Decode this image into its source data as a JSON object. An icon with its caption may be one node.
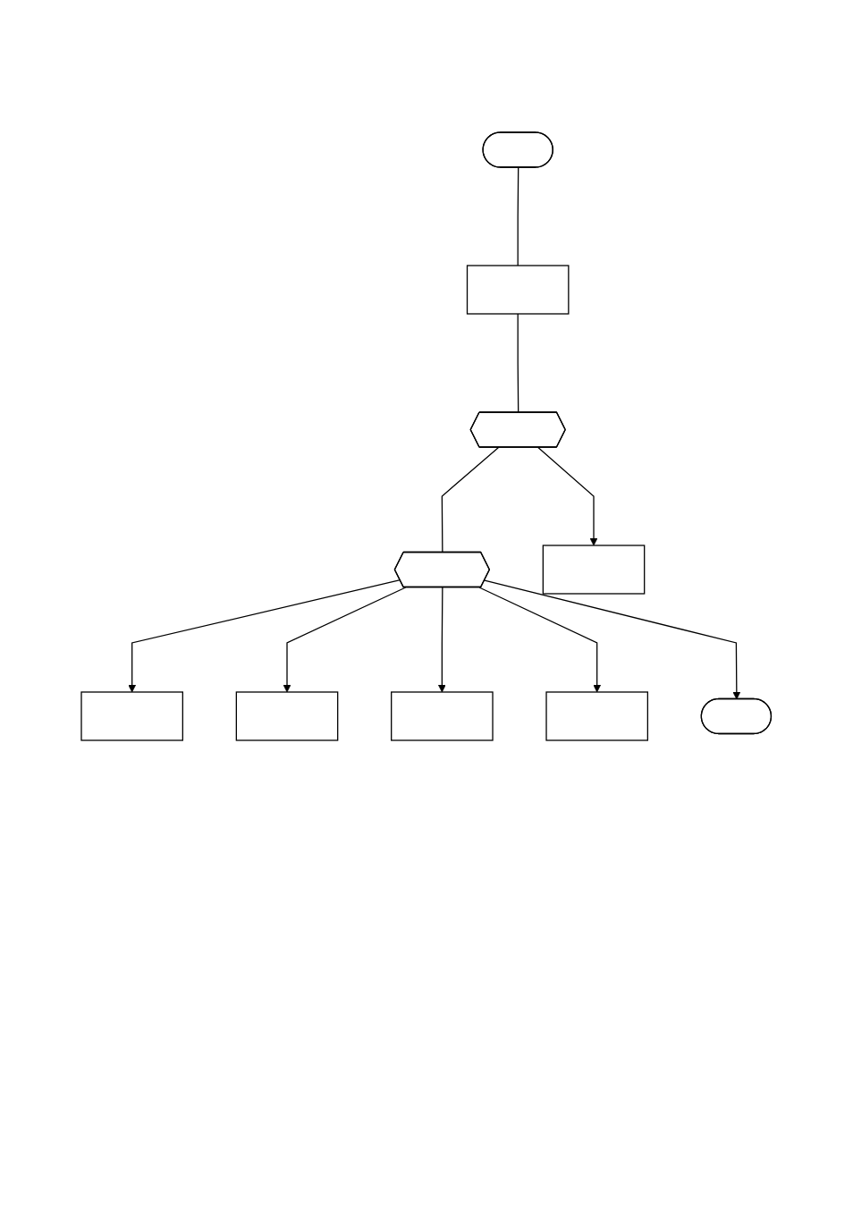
{
  "diagram": {
    "nodes": [
      {
        "text": [],
        "shape": "stadium"
      },
      {
        "text": [],
        "shape": "box"
      },
      {
        "text": [],
        "shape": "hexagon"
      },
      {
        "text": [],
        "shape": "box"
      },
      {
        "text": [],
        "shape": "hexagon"
      },
      {
        "text": [],
        "shape": "box"
      },
      {
        "text": [],
        "shape": "box"
      },
      {
        "text": [],
        "shape": "box"
      },
      {
        "text": [],
        "shape": "box"
      },
      {
        "text": [],
        "shape": "stadium"
      }
    ],
    "edges": [
      {
        "from": 0,
        "to": 1,
        "arrow": "none"
      },
      {
        "from": 1,
        "to": 2,
        "arrow": "none"
      },
      {
        "from": 2,
        "to": 3,
        "arrow": "to"
      },
      {
        "from": 2,
        "to": 4,
        "arrow": "none"
      },
      {
        "from": 4,
        "to": 5,
        "arrow": "to"
      },
      {
        "from": 4,
        "to": 6,
        "arrow": "to"
      },
      {
        "from": 4,
        "to": 7,
        "arrow": "to"
      },
      {
        "from": 4,
        "to": 8,
        "arrow": "to"
      },
      {
        "from": 4,
        "to": 9,
        "arrow": "to"
      }
    ]
  }
}
